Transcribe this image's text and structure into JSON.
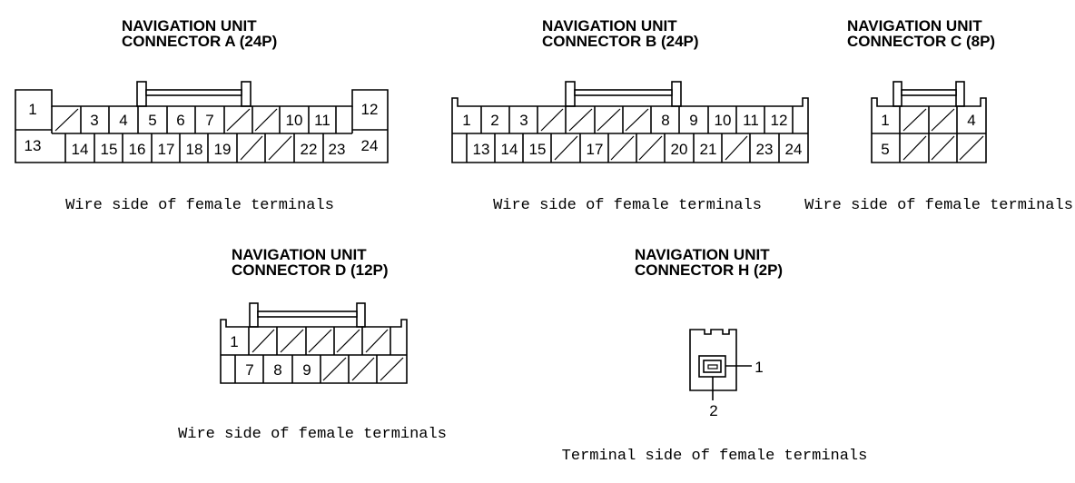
{
  "connectors": {
    "a": {
      "title1": "NAVIGATION UNIT",
      "title2": "CONNECTOR A (24P)",
      "caption": "Wire side of female terminals",
      "pins": [
        "1",
        "3",
        "4",
        "5",
        "6",
        "7",
        "10",
        "11",
        "12",
        "13",
        "14",
        "15",
        "16",
        "17",
        "18",
        "19",
        "22",
        "23",
        "24"
      ]
    },
    "b": {
      "title1": "NAVIGATION UNIT",
      "title2": "CONNECTOR B (24P)",
      "caption": "Wire side of female terminals",
      "pins": [
        "1",
        "2",
        "3",
        "8",
        "9",
        "10",
        "11",
        "12",
        "13",
        "14",
        "15",
        "17",
        "20",
        "21",
        "23",
        "24"
      ]
    },
    "c": {
      "title1": "NAVIGATION UNIT",
      "title2": "CONNECTOR C (8P)",
      "caption": "Wire side of female terminals",
      "pins": [
        "1",
        "4",
        "5"
      ]
    },
    "d": {
      "title1": "NAVIGATION UNIT",
      "title2": "CONNECTOR D (12P)",
      "caption": "Wire side of female terminals",
      "pins": [
        "1",
        "7",
        "8",
        "9"
      ]
    },
    "h": {
      "title1": "NAVIGATION UNIT",
      "title2": "CONNECTOR H (2P)",
      "caption": "Terminal side of female terminals",
      "pins": [
        "1",
        "2"
      ]
    }
  }
}
